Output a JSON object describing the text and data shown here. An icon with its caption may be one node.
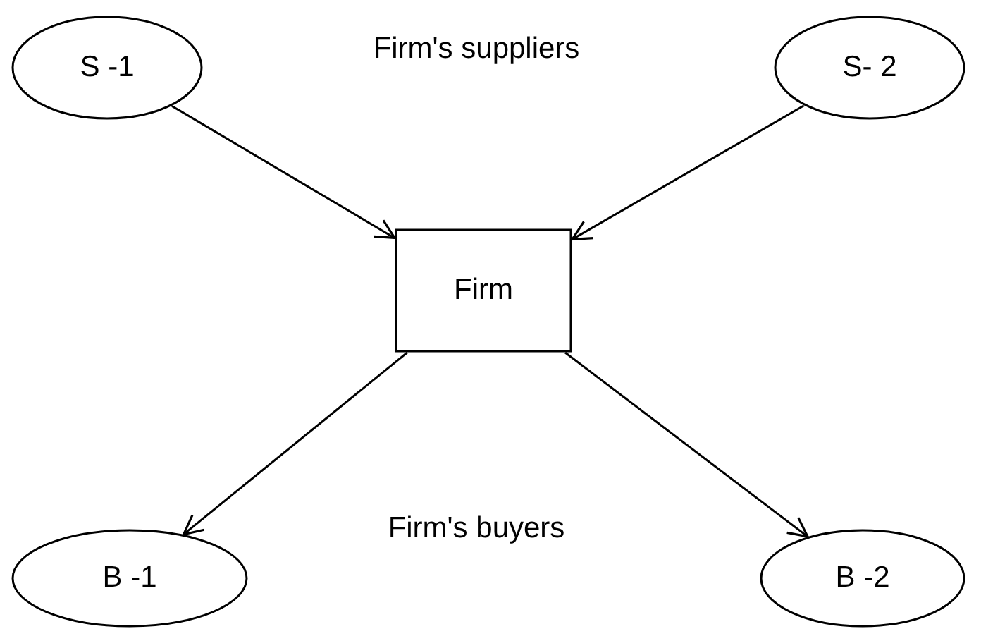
{
  "diagram": {
    "nodes": [
      {
        "text": [
          "S -1"
        ]
      },
      {
        "text": [
          "S- 2"
        ]
      },
      {
        "text": [
          "Firm"
        ]
      },
      {
        "text": [
          "B -1"
        ]
      },
      {
        "text": [
          "B -2"
        ]
      }
    ],
    "edges": [
      {
        "from": 0,
        "to": 2,
        "arrow": "to"
      },
      {
        "from": 1,
        "to": 2,
        "arrow": "to"
      },
      {
        "from": 2,
        "to": 3,
        "arrow": "to"
      },
      {
        "from": 2,
        "to": 4,
        "arrow": "to"
      }
    ],
    "labels": [
      "Firm's suppliers",
      "Firm's buyers"
    ]
  }
}
